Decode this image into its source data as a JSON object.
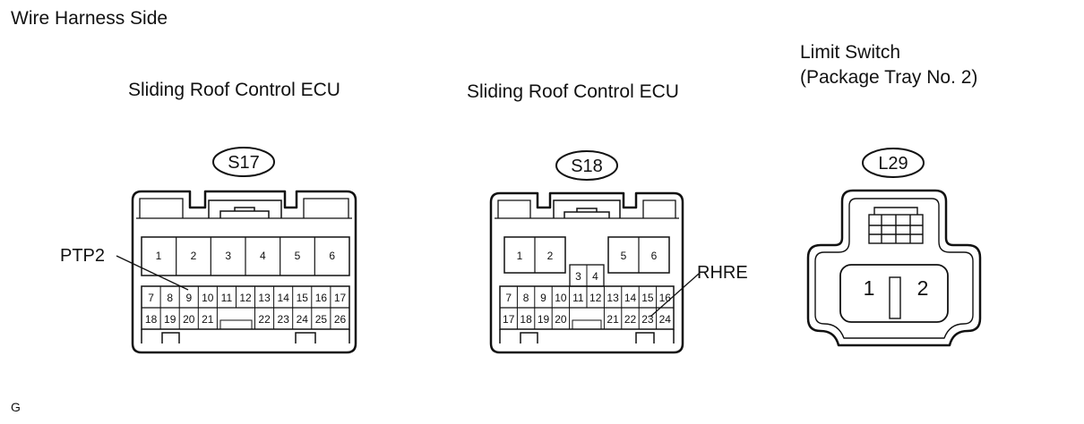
{
  "header": {
    "title": "Wire Harness Side"
  },
  "connectors": [
    {
      "id": "S17",
      "name": "Sliding Roof Control ECU",
      "top_pins": [
        "1",
        "2",
        "3",
        "4",
        "5",
        "6"
      ],
      "row1_pins": [
        "7",
        "8",
        "9",
        "10",
        "11",
        "12",
        "13",
        "14",
        "15",
        "16",
        "17"
      ],
      "row2_left_pins": [
        "18",
        "19",
        "20",
        "21"
      ],
      "row2_right_pins": [
        "22",
        "23",
        "24",
        "25",
        "26"
      ],
      "callout": "PTP2"
    },
    {
      "id": "S18",
      "name": "Sliding Roof Control ECU",
      "top_left_pins": [
        "1",
        "2"
      ],
      "center_pins": [
        "3",
        "4"
      ],
      "top_right_pins": [
        "5",
        "6"
      ],
      "row1_pins": [
        "7",
        "8",
        "9",
        "10",
        "11",
        "12",
        "13",
        "14",
        "15",
        "16"
      ],
      "row2_left_pins": [
        "17",
        "18",
        "19",
        "20"
      ],
      "row2_right_pins": [
        "21",
        "22",
        "23",
        "24"
      ],
      "callout": "RHRE"
    },
    {
      "id": "L29",
      "name_line1": "Limit Switch",
      "name_line2": "(Package Tray No. 2)",
      "pins": [
        "1",
        "2"
      ]
    }
  ],
  "footer": {
    "figure_code": "G"
  }
}
